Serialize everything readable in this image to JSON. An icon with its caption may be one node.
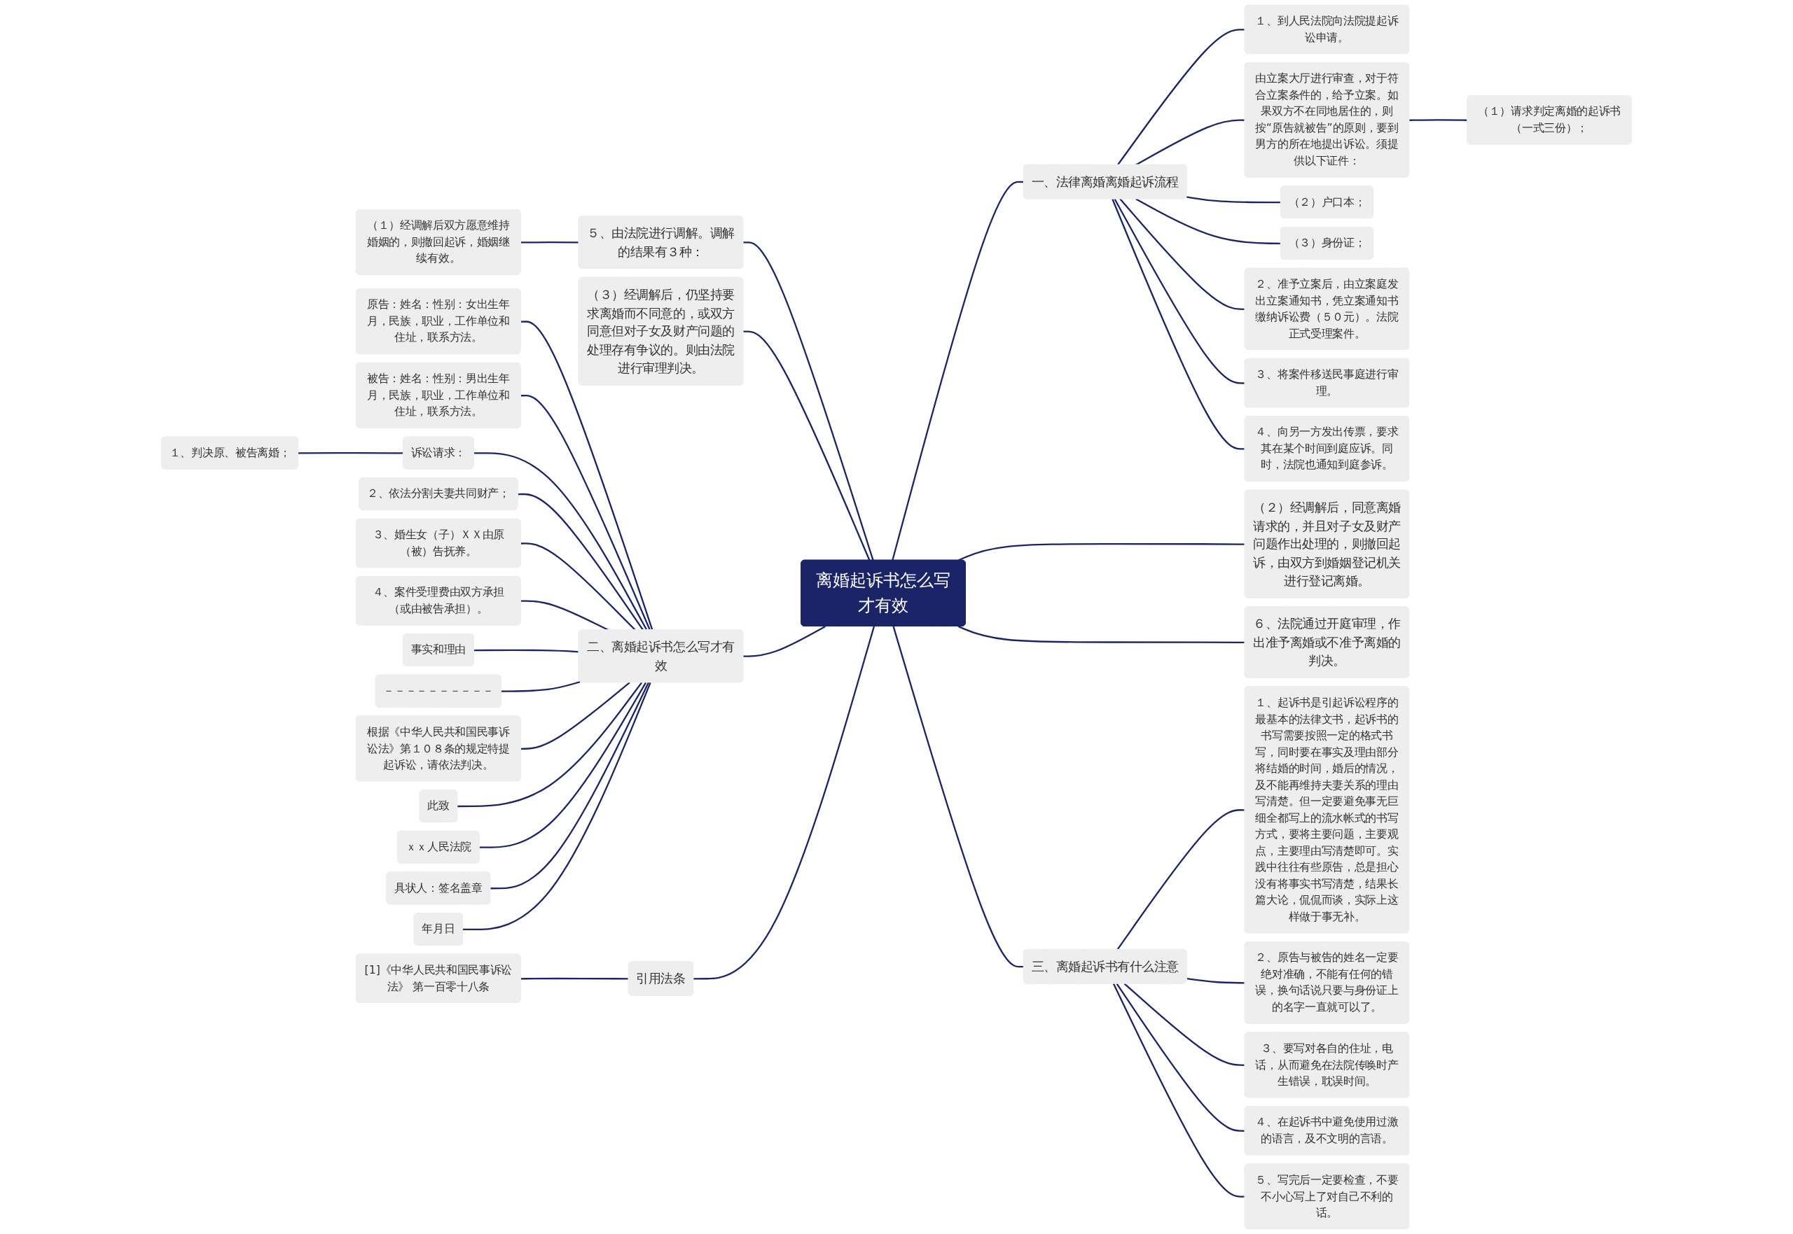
{
  "diagram": {
    "nodes": [
      {
        "text": [
          "离婚起诉书怎么写才有效"
        ]
      },
      {
        "text": [
          "一、法律离婚离婚起诉流程"
        ]
      },
      {
        "text": [
          "１、到人民法院向法院提起诉讼申请。"
        ]
      },
      {
        "text": [
          "由立案大厅进行审查，对于符合立案条件的，给予立案。如果双方不在同地居住的，则按“原告就被告”的原则，要到男方的所在地提出诉讼。须提供以下证件："
        ]
      },
      {
        "text": [
          "（１）请求判定离婚的起诉书（一式三份）；"
        ]
      },
      {
        "text": [
          "（２）户口本；"
        ]
      },
      {
        "text": [
          "（３）身份证；"
        ]
      },
      {
        "text": [
          "２、准予立案后，由立案庭发出立案通知书，凭立案通知书缴纳诉讼费（５０元）。法院正式受理案件。"
        ]
      },
      {
        "text": [
          "３、将案件移送民事庭进行审理。"
        ]
      },
      {
        "text": [
          "４、向另一方发出传票，要求其在某个时间到庭应诉。同时，法院也通知到庭参诉。"
        ]
      },
      {
        "text": [
          "（２）经调解后，同意离婚请求的，并且对子女及财产问题作出处理的，则撤回起诉，由双方到婚姻登记机关进行登记离婚。"
        ]
      },
      {
        "text": [
          "６、法院通过开庭审理，作出准予离婚或不准予离婚的判决。"
        ]
      },
      {
        "text": [
          "三、离婚起诉书有什么注意"
        ]
      },
      {
        "text": [
          "１、起诉书是引起诉讼程序的最基本的法律文书，起诉书的书写需要按照一定的格式书写，同时要在事实及理由部分将结婚的时间，婚后的情况，及不能再维持夫妻关系的理由写清楚。但一定要避免事无巨细全都写上的流水帐式的书写方式，要将主要问题，主要观点，主要理由写清楚即可。实践中往往有些原告，总是担心没有将事实书写清楚，结果长篇大论，侃侃而谈，实际上这样做于事无补。"
        ]
      },
      {
        "text": [
          "２、原告与被告的姓名一定要绝对准确，不能有任何的错误，换句话说只要与身份证上的名字一直就可以了。"
        ]
      },
      {
        "text": [
          "３、要写对各自的住址，电话，从而避免在法院传唤时产生错误，耽误时间。"
        ]
      },
      {
        "text": [
          "４、在起诉书中避免使用过激的语言，及不文明的言语。"
        ]
      },
      {
        "text": [
          "５、写完后一定要检查，不要不小心写上了对自己不利的话。"
        ]
      },
      {
        "text": [
          "５、由法院进行调解。调解的结果有３种："
        ]
      },
      {
        "text": [
          "（１）经调解后双方愿意维持婚姻的，则撤回起诉，婚姻继续有效。"
        ]
      },
      {
        "text": [
          "（３）经调解后，仍坚持要求离婚而不同意的，或双方同意但对子女及财产问题的处理存有争议的。则由法院进行审理判决。"
        ]
      },
      {
        "text": [
          "二、离婚起诉书怎么写才有效"
        ]
      },
      {
        "text": [
          "原告：姓名：性别：女出生年月，民族，职业，工作单位和住址，联系方法。"
        ]
      },
      {
        "text": [
          "被告：姓名：性别：男出生年月，民族，职业，工作单位和住址，联系方法。"
        ]
      },
      {
        "text": [
          "诉讼请求："
        ]
      },
      {
        "text": [
          "１、判决原、被告离婚；"
        ]
      },
      {
        "text": [
          "２、依法分割夫妻共同财产；"
        ]
      },
      {
        "text": [
          "３、婚生女（子）ＸＸ由原（被）告抚养。"
        ]
      },
      {
        "text": [
          "４、案件受理费由双方承担（或由被告承担）。"
        ]
      },
      {
        "text": [
          "事实和理由"
        ]
      },
      {
        "text": [
          "－－－－－－－－－－"
        ]
      },
      {
        "text": [
          "根据《中华人民共和国民事诉讼法》第１０８条的规定特提起诉讼，请依法判决。"
        ]
      },
      {
        "text": [
          "此致"
        ]
      },
      {
        "text": [
          "ｘｘ人民法院"
        ]
      },
      {
        "text": [
          "具状人：签名盖章"
        ]
      },
      {
        "text": [
          "年月日"
        ]
      },
      {
        "text": [
          "引用法条"
        ]
      },
      {
        "text": [
          "[1]《中华人民共和国民事诉讼法》 第一百零十八条"
        ]
      }
    ],
    "edges": [
      {
        "from": 0,
        "to": 1,
        "arrow": "none"
      },
      {
        "from": 1,
        "to": 2,
        "arrow": "none"
      },
      {
        "from": 1,
        "to": 3,
        "arrow": "none"
      },
      {
        "from": 3,
        "to": 4,
        "arrow": "none"
      },
      {
        "from": 1,
        "to": 5,
        "arrow": "none"
      },
      {
        "from": 1,
        "to": 6,
        "arrow": "none"
      },
      {
        "from": 1,
        "to": 7,
        "arrow": "none"
      },
      {
        "from": 1,
        "to": 8,
        "arrow": "none"
      },
      {
        "from": 1,
        "to": 9,
        "arrow": "none"
      },
      {
        "from": 0,
        "to": 10,
        "arrow": "none"
      },
      {
        "from": 0,
        "to": 11,
        "arrow": "none"
      },
      {
        "from": 0,
        "to": 12,
        "arrow": "none"
      },
      {
        "from": 12,
        "to": 13,
        "arrow": "none"
      },
      {
        "from": 12,
        "to": 14,
        "arrow": "none"
      },
      {
        "from": 12,
        "to": 15,
        "arrow": "none"
      },
      {
        "from": 12,
        "to": 16,
        "arrow": "none"
      },
      {
        "from": 12,
        "to": 17,
        "arrow": "none"
      },
      {
        "from": 0,
        "to": 18,
        "arrow": "none"
      },
      {
        "from": 18,
        "to": 19,
        "arrow": "none"
      },
      {
        "from": 0,
        "to": 20,
        "arrow": "none"
      },
      {
        "from": 0,
        "to": 21,
        "arrow": "none"
      },
      {
        "from": 21,
        "to": 22,
        "arrow": "none"
      },
      {
        "from": 21,
        "to": 23,
        "arrow": "none"
      },
      {
        "from": 21,
        "to": 24,
        "arrow": "none"
      },
      {
        "from": 24,
        "to": 25,
        "arrow": "none"
      },
      {
        "from": 21,
        "to": 26,
        "arrow": "none"
      },
      {
        "from": 21,
        "to": 27,
        "arrow": "none"
      },
      {
        "from": 21,
        "to": 28,
        "arrow": "none"
      },
      {
        "from": 21,
        "to": 29,
        "arrow": "none"
      },
      {
        "from": 21,
        "to": 30,
        "arrow": "none"
      },
      {
        "from": 21,
        "to": 31,
        "arrow": "none"
      },
      {
        "from": 21,
        "to": 32,
        "arrow": "none"
      },
      {
        "from": 21,
        "to": 33,
        "arrow": "none"
      },
      {
        "from": 21,
        "to": 34,
        "arrow": "none"
      },
      {
        "from": 21,
        "to": 35,
        "arrow": "none"
      },
      {
        "from": 0,
        "to": 36,
        "arrow": "none"
      },
      {
        "from": 36,
        "to": 37,
        "arrow": "none"
      }
    ]
  }
}
